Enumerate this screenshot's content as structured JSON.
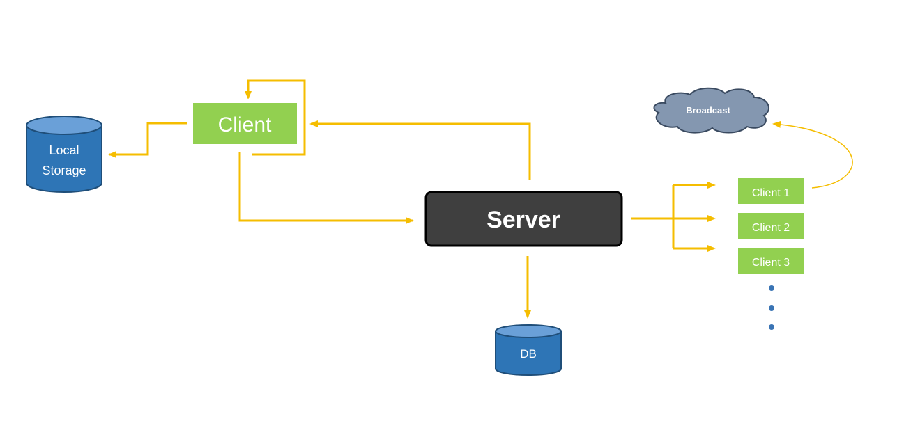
{
  "client": {
    "label": "Client"
  },
  "server": {
    "label": "Server"
  },
  "local_storage": {
    "label_line1": "Local",
    "label_line2": "Storage"
  },
  "db": {
    "label": "DB"
  },
  "broadcast": {
    "label": "Broadcast"
  },
  "clients": [
    {
      "label": "Client 1"
    },
    {
      "label": "Client 2"
    },
    {
      "label": "Client 3"
    }
  ],
  "colors": {
    "arrow": "#f5bd00",
    "client_box": "#92d050",
    "server_box": "#3f3f3f",
    "db_fill": "#2e75b6",
    "db_top": "#6aa0d8",
    "cloud_fill": "#8497b0",
    "dot": "#3a74b4"
  }
}
